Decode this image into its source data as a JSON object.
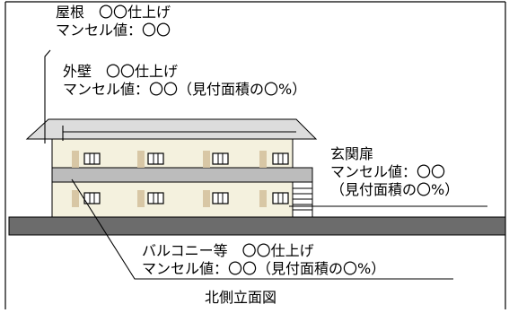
{
  "labels": {
    "roof": {
      "line1": "屋根　〇〇仕上げ",
      "line2": "マンセル値：〇〇"
    },
    "wall": {
      "line1": "外壁　〇〇仕上げ",
      "line2": "マンセル値：〇〇（見付面積の〇%）"
    },
    "door": {
      "line1": "玄関扉",
      "line2": "マンセル値：〇〇",
      "line3": "（見付面積の〇%）"
    },
    "balcony": {
      "line1": "バルコニー等　〇〇仕上げ",
      "line2": "マンセル値：〇〇（見付面積の〇%）"
    }
  },
  "caption": "北側立面図",
  "colors": {
    "roof": "#dcdcdc",
    "wall": "#f4f1de",
    "band": "#bcbcbc",
    "ground": "#6c6c6c",
    "door": "#d8c7a5",
    "window": "#ffffff",
    "line": "#000000"
  }
}
